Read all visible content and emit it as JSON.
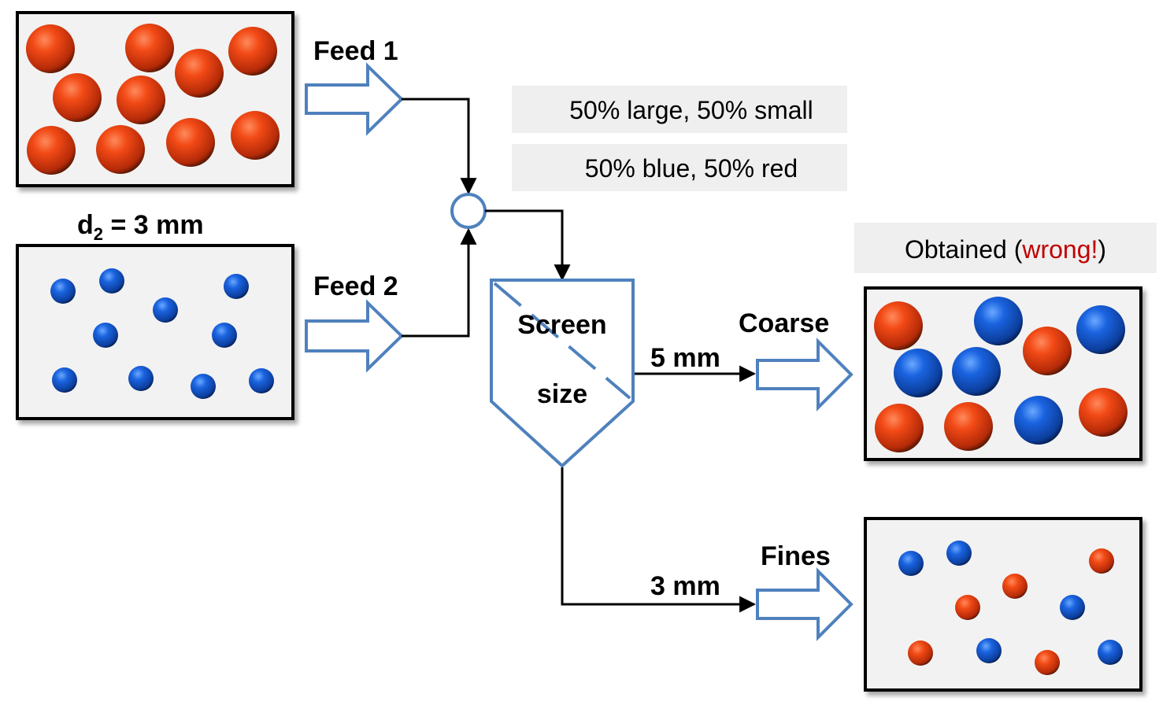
{
  "feeds": {
    "feed1_label": "Feed 1",
    "feed2_label": "Feed 2",
    "d2_prefix": "d",
    "d2_sub": "2",
    "d2_value": " = 3 mm"
  },
  "info": {
    "size_mix": "50% large, 50% small",
    "color_mix": "50% blue, 50% red"
  },
  "screen": {
    "line1": "Screen",
    "line2": "size"
  },
  "outputs": {
    "coarse_label": "Coarse",
    "coarse_size": "5 mm",
    "fines_label": "Fines",
    "fines_size": "3 mm"
  },
  "result": {
    "prefix": "Obtained (",
    "highlight": "wrong!",
    "suffix": ")",
    "highlight_color": "#c00000"
  },
  "colors": {
    "red_particle": "#e0411a",
    "blue_particle": "#1560d8",
    "arrow_stroke": "#4f81bd",
    "box_fill": "#f2f2f2",
    "info_fill": "#efefef"
  }
}
